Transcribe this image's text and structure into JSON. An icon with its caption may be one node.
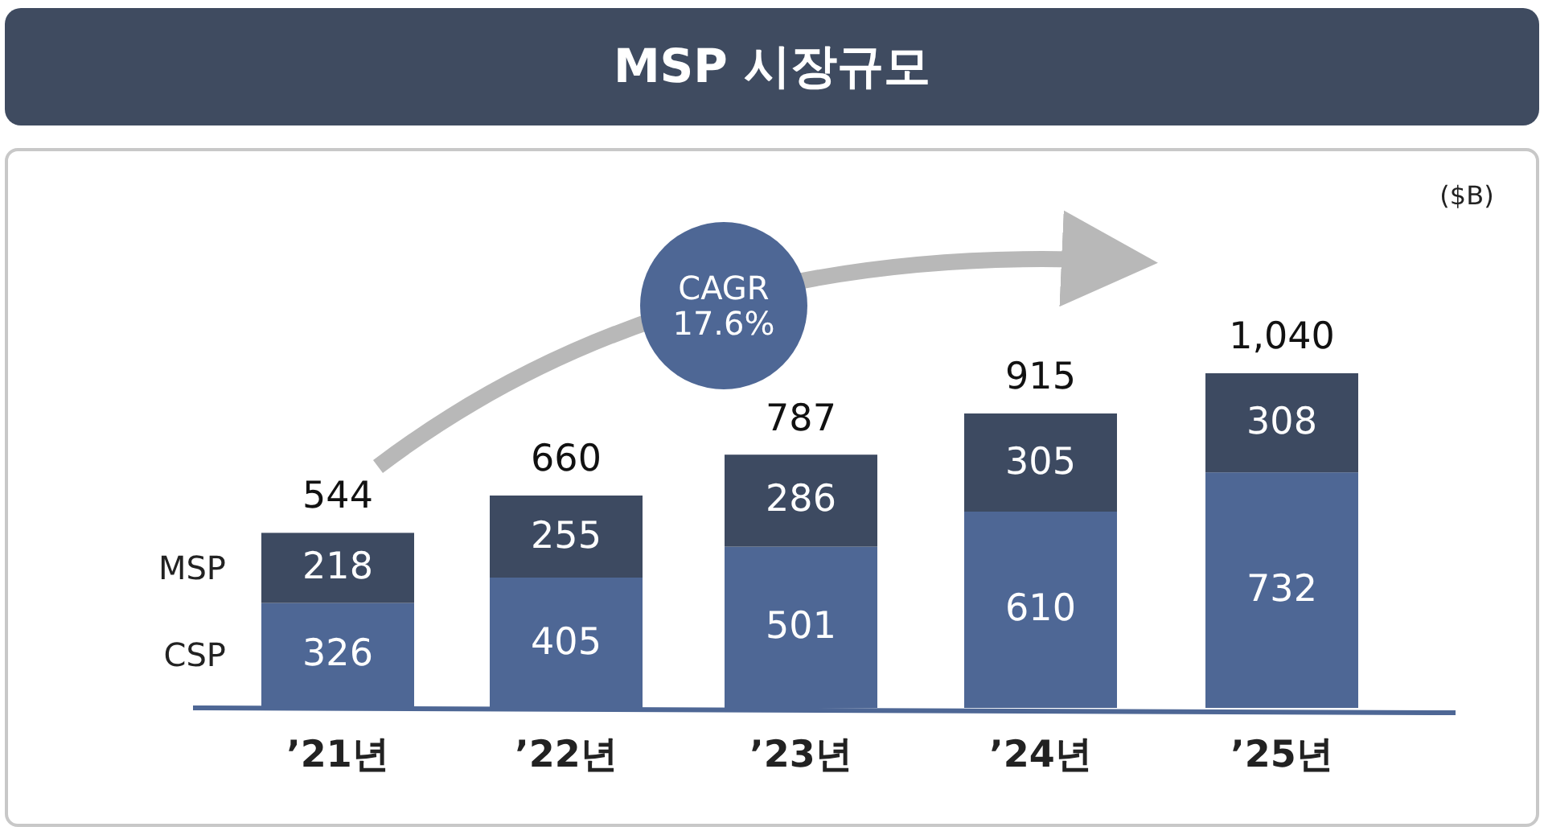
{
  "diagram": {
    "title": "MSP 시장규모",
    "labels": [
      "($B)",
      "CAGR 17.6%"
    ],
    "chart_data": {
      "type": "bar",
      "stacked": true,
      "data_labels": true,
      "categories": [
        "’21년",
        "’22년",
        "’23년",
        "’24년",
        "’25년"
      ],
      "series": [
        {
          "name": "CSP",
          "color": "#4e6795",
          "values": [
            326,
            405,
            501,
            610,
            732
          ]
        },
        {
          "name": "MSP",
          "color": "#3d4a61",
          "values": [
            218,
            255,
            286,
            305,
            308
          ]
        }
      ],
      "annotations": [
        {
          "x": "’21년",
          "y": 544,
          "text": "544"
        },
        {
          "x": "’22년",
          "y": 660,
          "text": "660"
        },
        {
          "x": "’23년",
          "y": 787,
          "text": "787"
        },
        {
          "x": "’24년",
          "y": 915,
          "text": "915"
        },
        {
          "x": "’25년",
          "y": 1040,
          "text": "1,040"
        }
      ]
    }
  }
}
